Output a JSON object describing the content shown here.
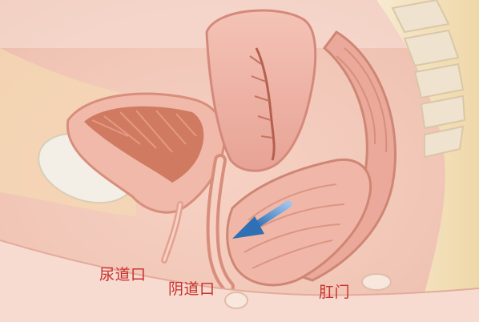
{
  "labels": {
    "urethral_opening": "尿道口",
    "vaginal_opening": "阴道口",
    "anus": "肛门"
  },
  "colors": {
    "label_text": "#c8302c",
    "arrow": "#3f7fbf",
    "skin": "#f3c7b9",
    "tissue_pink": "#e9a99c",
    "uterus": "#efb3a8",
    "fat_yellow": "#f4e1b5",
    "bone": "#efe3cf",
    "bladder_lining": "#c96f55"
  },
  "icons": {
    "direction_arrow": "arrow-icon"
  }
}
